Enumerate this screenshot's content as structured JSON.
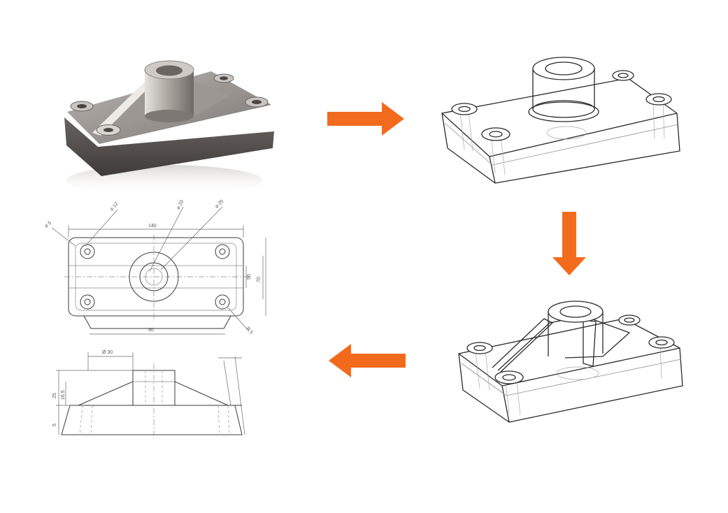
{
  "colors": {
    "arrow": "#f26b1d",
    "line": "#2a2a2a",
    "hidden_line": "#9a9a9a",
    "metal_top": "#8f8a86",
    "metal_side": "#5d5855",
    "metal_light": "#d9d5d1"
  },
  "dims": {
    "top_width": "140",
    "bottom_width": "90",
    "dia_small": "⌀ 5",
    "dia_hole": "⌀ 20",
    "dia_boss": "⌀ 25",
    "dia_corner": "⌀ 12",
    "r_corner": "R 5",
    "side_a": "50",
    "side_b": "70",
    "front_top": "Ø 30",
    "front_h1": "25",
    "front_h2": "16.5",
    "front_h3": "5"
  }
}
